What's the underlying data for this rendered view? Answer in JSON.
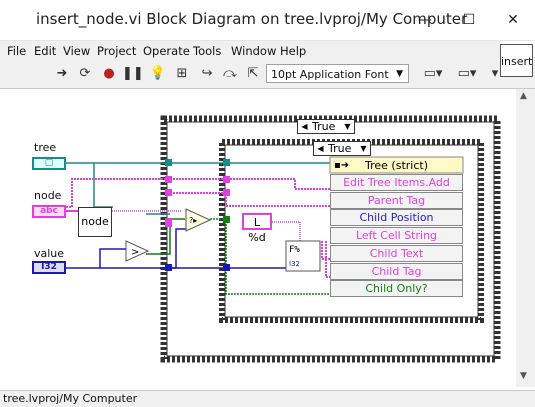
{
  "window": {
    "title": "insert_node.vi Block Diagram on tree.lvproj/My Computer",
    "controls": {
      "minimize": "—",
      "maximize": "☐",
      "close": "✕"
    }
  },
  "menu": [
    "File",
    "Edit",
    "View",
    "Project",
    "Operate",
    "Tools",
    "Window",
    "Help"
  ],
  "toolbar": {
    "font": "10pt Application Font",
    "context_help": "insert"
  },
  "diagram": {
    "controls": {
      "tree": "tree",
      "node": "node",
      "value": "value"
    },
    "node_subvi": "node",
    "case_outer": "True",
    "case_inner": "True",
    "format_string": "L %d",
    "i32_label": "I32",
    "abc_label": "abc",
    "property_node": {
      "class": "Tree (strict)",
      "items": [
        {
          "label": "Edit Tree Items.Add Item",
          "color": "#e040e0"
        },
        {
          "label": "Parent Tag",
          "color": "#e040e0"
        },
        {
          "label": "Child Position",
          "color": "#2020c0"
        },
        {
          "label": "Left Cell String",
          "color": "#e040e0"
        },
        {
          "label": "Child Text",
          "color": "#e040e0"
        },
        {
          "label": "Child Tag",
          "color": "#e040e0"
        },
        {
          "label": "Child Only?",
          "color": "#108010"
        }
      ]
    },
    "colors": {
      "refnum": "#1a8a8a",
      "string": "#e040e0",
      "int": "#1a1ab0",
      "bool": "#108010",
      "frame": "#333333"
    }
  },
  "status": "tree.lvproj/My Computer"
}
